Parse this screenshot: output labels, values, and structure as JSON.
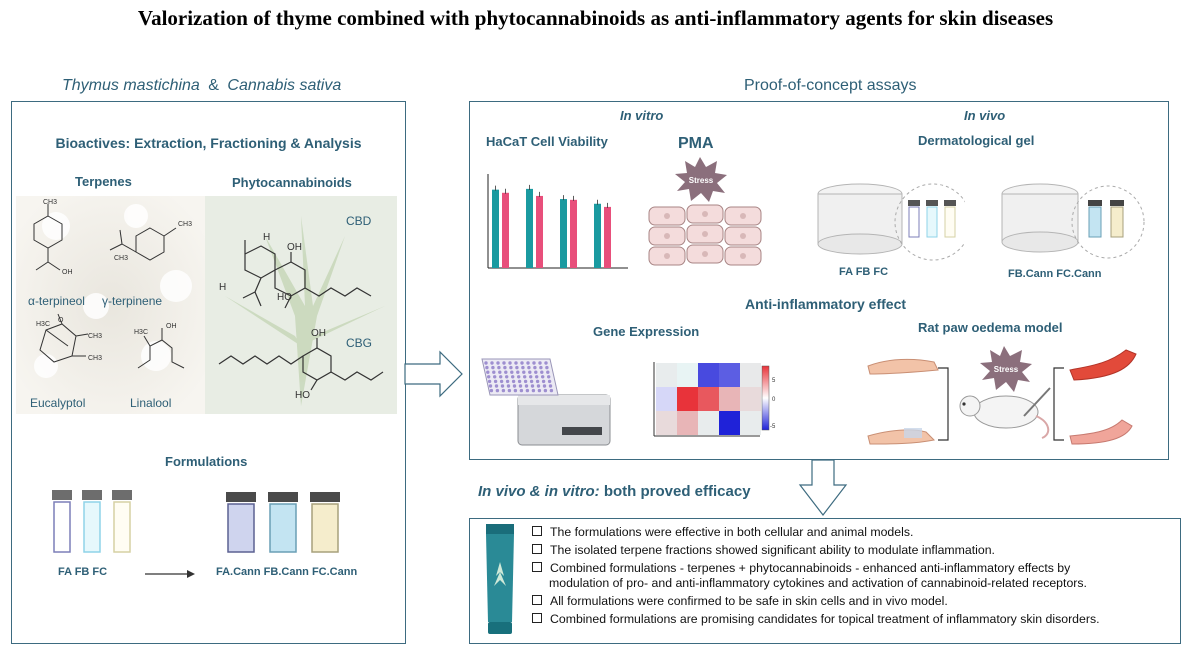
{
  "title": "Valorization of thyme combined with phytocannabinoids as anti-inflammatory agents for skin diseases",
  "left": {
    "header_species_1": "Thymus mastichina",
    "header_amp": "&",
    "header_species_2": "Cannabis sativa",
    "bioactives_title": "Bioactives: Extraction, Fractioning & Analysis",
    "terpenes_title": "Terpenes",
    "phyto_title": "Phytocannabinoids",
    "terpenes": [
      "α-terpineol",
      "γ-terpinene",
      "Eucalyptol",
      "Linalool"
    ],
    "cannabinoids": [
      "CBD",
      "CBG"
    ],
    "mol_atoms": {
      "oh": "OH",
      "h": "H",
      "ho": "HO",
      "h3c": "H3C",
      "ch3": "CH3",
      "o": "O"
    },
    "formulations_title": "Formulations",
    "vials_plain_label": "FA  FB  FC",
    "vials_cann_label": "FA.Cann  FB.Cann  FC.Cann"
  },
  "right": {
    "header": "Proof-of-concept assays",
    "in_vitro": "In vitro",
    "in_vivo": "In vivo",
    "hacat_title": "HaCaT Cell Viability",
    "pma_title": "PMA",
    "stress_label": "Stress",
    "gel_title": "Dermatological gel",
    "gel_label_plain": "FA  FB  FC",
    "gel_label_cann": "FB.Cann  FC.Cann",
    "anti_title": "Anti-inflammatory effect",
    "gene_title": "Gene Expression",
    "rat_title": "Rat paw oedema model",
    "heatmap_scale": [
      "5",
      "0",
      "-5"
    ]
  },
  "efficacy": {
    "part1": "In vivo & in vitro:",
    "part2": " both proved efficacy"
  },
  "conclusions": [
    "The formulations were effective in both cellular and animal models.",
    "The isolated terpene fractions showed significant ability to modulate inflammation.",
    "Combined formulations - terpenes + phytocannabinoids - enhanced anti-inflammatory effects by",
    "modulation of pro- and anti-inflammatory cytokines and activation of cannabinoid-related receptors.",
    "All formulations were confirmed to be safe in skin cells and in vivo model.",
    "Combined formulations are promising candidates for topical treatment of inflammatory skin disorders."
  ],
  "colors": {
    "teal": "#1a9aa0",
    "pink": "#e84f7b",
    "panel_border": "#3d6b80",
    "heat_red": "#e8333a",
    "heat_blue": "#1f22d8"
  },
  "chart_data": {
    "type": "bar",
    "title": "HaCaT Cell Viability",
    "xlabel": "",
    "ylabel": "",
    "series": [
      {
        "values": [
          100,
          96,
          101,
          92,
          88,
          87,
          82,
          78
        ]
      }
    ],
    "ylim": [
      0,
      120
    ],
    "grid": false
  },
  "heatmap": {
    "rows": [
      [
        0.5,
        0.3,
        -4.5,
        -4.0,
        0.6
      ],
      [
        -1.0,
        5.5,
        4.5,
        2.0,
        1.0
      ],
      [
        1.0,
        2.0,
        0.5,
        -5.5,
        0.5
      ]
    ]
  }
}
